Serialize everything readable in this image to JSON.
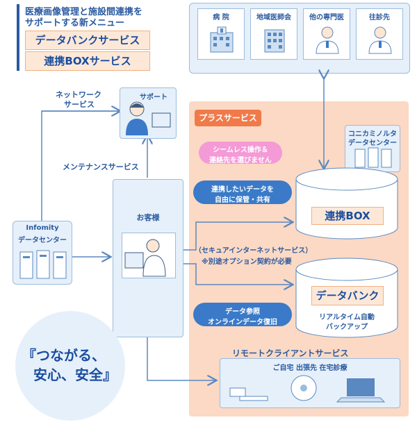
{
  "header": {
    "line1": "医療画像管理と施設間連携を",
    "line2": "サポートする新メニュー",
    "menu1": "データバンクサービス",
    "menu2": "連携BOXサービス"
  },
  "facilities": [
    {
      "label": "病 院",
      "icon": "hospital-icon"
    },
    {
      "label": "地域医師会",
      "icon": "office-building-icon"
    },
    {
      "label": "他の専門医",
      "icon": "doctor-icon"
    },
    {
      "label": "往診先",
      "icon": "doctor-icon"
    }
  ],
  "support": {
    "label": "サポート"
  },
  "network_service": {
    "line1": "ネットワーク",
    "line2": "サービス"
  },
  "maintenance": "メンテナンスサービス",
  "infomity": {
    "line1": "Infomity",
    "line2": "データセンター"
  },
  "customer": {
    "label": "お客様"
  },
  "plus_service": "プラスサービス",
  "seamless": {
    "line1": "シームレス操作＆",
    "line2": "連絡先を選びません"
  },
  "konica": {
    "line1": "コニカミノルタ",
    "line2": "データセンター"
  },
  "share_arrow": {
    "line1": "連携したいデータを",
    "line2": "自由に保管・共有"
  },
  "secure_net": {
    "line1": "（セキュアインターネットサービス）",
    "line2": "※別途オプション契約が必要"
  },
  "ref_arrow": {
    "line1": "データ参照",
    "line2": "オンラインデータ復旧"
  },
  "renkei_box": "連携BOX",
  "databank": {
    "label": "データバンク",
    "sub1": "リアルタイム自動",
    "sub2": "バックアップ"
  },
  "remote": {
    "title": "リモートクライアントサービス",
    "places": "ご自宅 出張先 在宅診療"
  },
  "slogan": {
    "line1": "『つながる、",
    "line2": "安心、安全』"
  },
  "colors": {
    "blue": "#2a5aa0",
    "light_blue": "#e6f0fa",
    "peach": "#fbd9c4",
    "orange": "#f07a4a"
  }
}
